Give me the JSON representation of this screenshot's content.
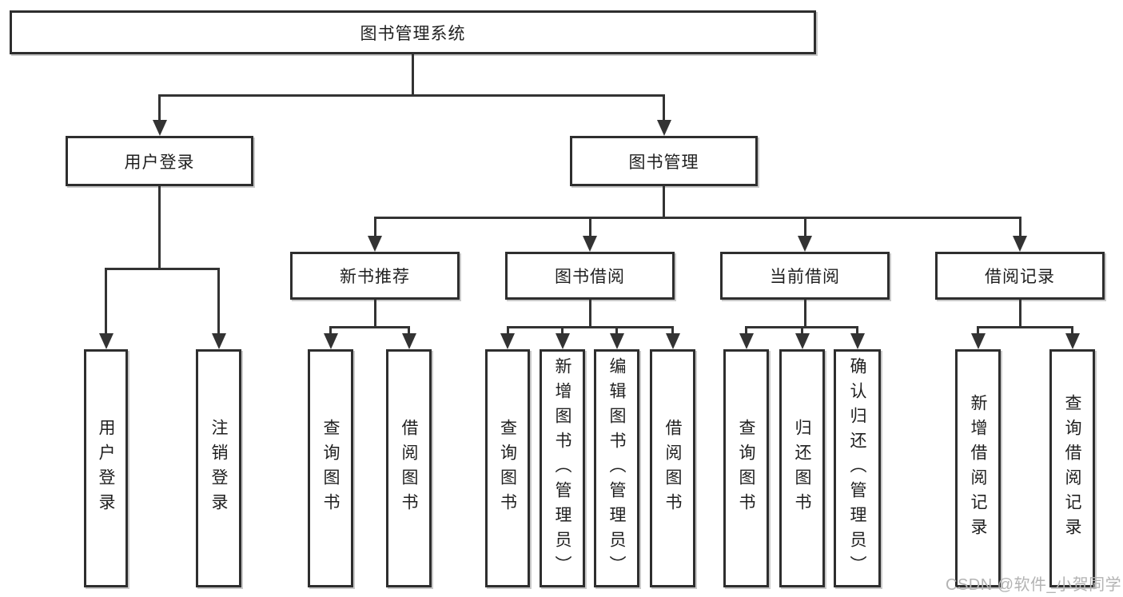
{
  "diagram": {
    "root": {
      "id": "system",
      "label": "图书管理系统",
      "children": [
        {
          "id": "user-login",
          "label": "用户登录",
          "children": [
            {
              "id": "user-login-func",
              "label": "用户登录",
              "vertical": true
            },
            {
              "id": "logout-func",
              "label": "注销登录",
              "vertical": true
            }
          ]
        },
        {
          "id": "book-mgmt",
          "label": "图书管理",
          "children": [
            {
              "id": "new-book-rec",
              "label": "新书推荐",
              "children": [
                {
                  "id": "query-book-rec",
                  "label": "查询图书",
                  "vertical": true
                },
                {
                  "id": "borrow-book-rec",
                  "label": "借阅图书",
                  "vertical": true
                }
              ]
            },
            {
              "id": "book-borrow",
              "label": "图书借阅",
              "children": [
                {
                  "id": "query-book-borrow",
                  "label": "查询图书",
                  "vertical": true
                },
                {
                  "id": "add-book-admin",
                  "label": "新增图书（管理员）",
                  "vertical": true
                },
                {
                  "id": "edit-book-admin",
                  "label": "编辑图书（管理员）",
                  "vertical": true
                },
                {
                  "id": "borrow-book-func",
                  "label": "借阅图书",
                  "vertical": true
                }
              ]
            },
            {
              "id": "current-borrow",
              "label": "当前借阅",
              "children": [
                {
                  "id": "query-book-current",
                  "label": "查询图书",
                  "vertical": true
                },
                {
                  "id": "return-book",
                  "label": "归还图书",
                  "vertical": true
                },
                {
                  "id": "confirm-return-admin",
                  "label": "确认归还（管理员）",
                  "vertical": true
                }
              ]
            },
            {
              "id": "borrow-records",
              "label": "借阅记录",
              "children": [
                {
                  "id": "add-borrow-record",
                  "label": "新增借阅记录",
                  "vertical": true
                },
                {
                  "id": "query-borrow-record",
                  "label": "查询借阅记录",
                  "vertical": true
                }
              ]
            }
          ]
        }
      ]
    },
    "colors": {
      "line": "#333333",
      "box_border": "#2e2e2e",
      "text": "#1f1f1f",
      "background": "#ffffff"
    }
  },
  "watermark": {
    "text": "CSDN @软件_小贺同学",
    "color": "#b3b3b3"
  }
}
